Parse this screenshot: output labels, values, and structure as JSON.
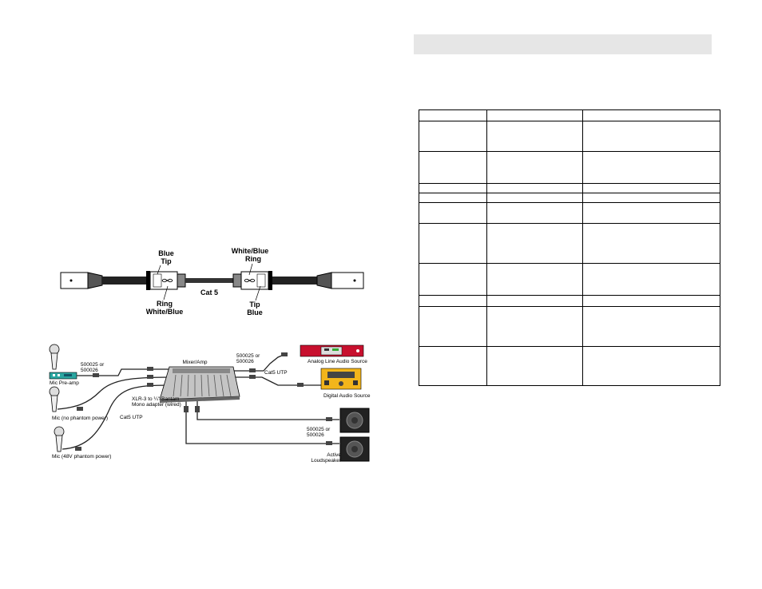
{
  "cable_diagram": {
    "left_top_label": [
      "Blue",
      "Tip"
    ],
    "left_bottom_label": [
      "Ring",
      "White/Blue"
    ],
    "center_label": "Cat 5",
    "right_top_label": [
      "White/Blue",
      "Ring"
    ],
    "right_bottom_label": [
      "Tip",
      "Blue"
    ]
  },
  "system_diagram": {
    "mic_preamp": "Mic Pre-amp",
    "mic_no_phantom": "Mic (no phantom power)",
    "mic_48v": "Mic (48V phantom power)",
    "part_numbers_left": [
      "500025 or",
      "500026"
    ],
    "part_numbers_top": [
      "500025 or",
      "500026"
    ],
    "part_numbers_bottom": [
      "500025 or",
      "500026"
    ],
    "mixer": "Mixer/Amp",
    "cat5_right": "Cat5 UTP",
    "cat5_left": "Cat5 UTP",
    "adapter": [
      "XLR-3 to ¼\" Bantam",
      "Mono adapter (wired)"
    ],
    "analog_source": "Analog Line Audio Source",
    "digital_source": "Digital Audio Source",
    "active_speaker": [
      "Active",
      "Loudspeaker"
    ]
  },
  "colors": {
    "cable": "#333333",
    "preamp": "#2aa6a0",
    "analog_source": "#c8102e",
    "digital_source": "#f2b51b",
    "mixer": "#bfbfbf",
    "grey_bar": "#e6e6e6"
  },
  "spec_table": {
    "rows": [
      [
        "",
        "",
        ""
      ],
      [
        "",
        "",
        ""
      ],
      [
        "",
        "",
        ""
      ],
      [
        "",
        "",
        ""
      ],
      [
        "",
        "",
        ""
      ],
      [
        "",
        "",
        ""
      ],
      [
        "",
        "",
        ""
      ],
      [
        "",
        "",
        ""
      ],
      [
        "",
        "",
        ""
      ],
      [
        "",
        "",
        ""
      ],
      [
        "",
        "",
        ""
      ]
    ]
  }
}
